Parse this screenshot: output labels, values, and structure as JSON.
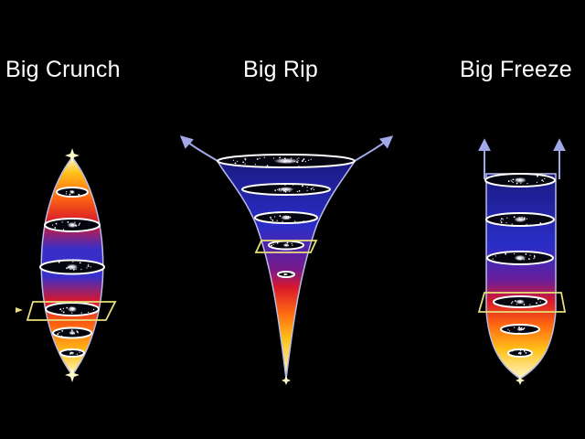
{
  "diagram": {
    "scenarios": [
      {
        "id": "crunch",
        "title": "Big Crunch",
        "shape": "closed-lens"
      },
      {
        "id": "rip",
        "title": "Big Rip",
        "shape": "flaring-funnel"
      },
      {
        "id": "freeze",
        "title": "Big Freeze",
        "shape": "open-cup"
      }
    ]
  },
  "colors": {
    "background": "#000000",
    "text": "#ffffff",
    "early": "#fff6c8",
    "hot": "#ffc21a",
    "warm": "#ff6a10",
    "red": "#d8182c",
    "cool": "#2a2ec8",
    "outline": "#b8bce8",
    "now_marker": "#e8de7a",
    "star": "#fff9c8"
  }
}
